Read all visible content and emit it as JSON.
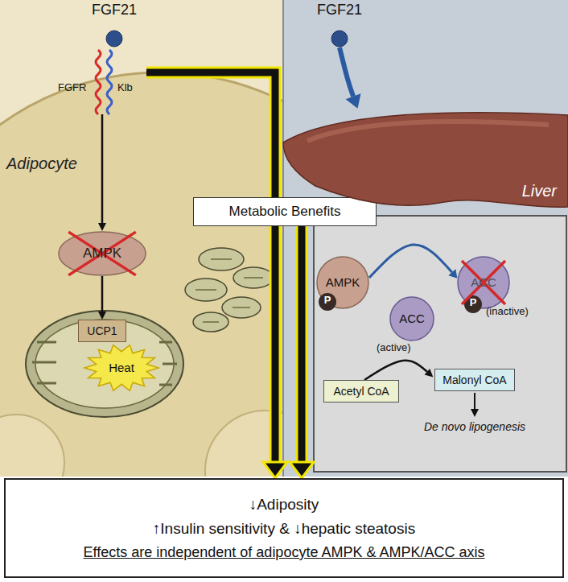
{
  "diagram": {
    "nodes": [
      {
        "text": [
          "FGF21"
        ]
      },
      {
        "text": [
          "Adipocyte"
        ]
      },
      {
        "text": [
          "FGFR",
          "Klb"
        ],
        "in": 1
      },
      {
        "text": [
          "AMPK"
        ],
        "in": 1
      },
      {
        "text": [
          "UCP1"
        ],
        "in": 1
      },
      {
        "text": [
          "Heat"
        ],
        "in": 1
      },
      {
        "text": [
          "Metabolic Benefits"
        ]
      },
      {
        "text": [
          "FGF21"
        ]
      },
      {
        "text": [
          "Liver"
        ]
      },
      {
        "text": [
          "AMPK",
          "P"
        ]
      },
      {
        "text": [
          "ACC",
          "P",
          "(inactive)"
        ]
      },
      {
        "text": [
          "ACC",
          "(active)"
        ]
      },
      {
        "text": [
          "Acetyl CoA"
        ]
      },
      {
        "text": [
          "Malonyl CoA"
        ]
      },
      {
        "text": [
          "↓Adiposity",
          "↑Insulin sensitivity & ↓hepatic steatosis",
          "Effects are independent of adipocyte AMPK & AMPK/ACC axis"
        ]
      }
    ],
    "edges": [
      {
        "from": 2,
        "to": 3,
        "arrow": "to"
      },
      {
        "from": 3,
        "to": 4,
        "arrow": "to"
      },
      {
        "from": 2,
        "to": 14,
        "arrow": "to"
      },
      {
        "from": 7,
        "to": 8,
        "arrow": "to"
      },
      {
        "from": 8,
        "to": 14,
        "arrow": "to"
      },
      {
        "from": 9,
        "to": 10,
        "arrow": "to"
      },
      {
        "from": 12,
        "to": 13,
        "arrow": "to"
      }
    ],
    "labels": [
      "De novo lipogenesis"
    ]
  }
}
